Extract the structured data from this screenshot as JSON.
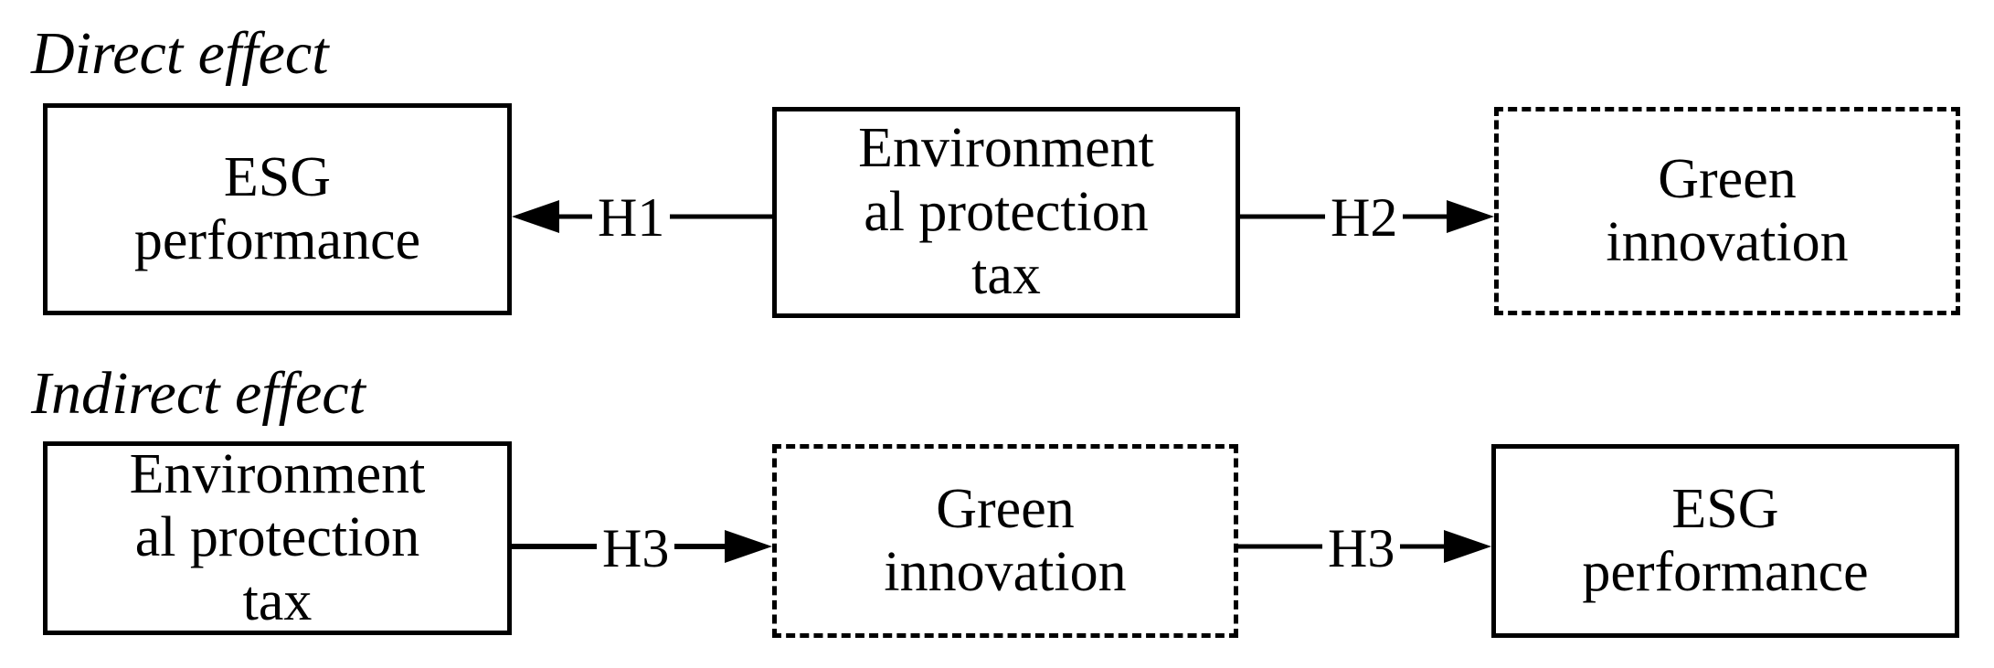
{
  "direct": {
    "title": "Direct effect",
    "esg": [
      "ESG",
      "performance"
    ],
    "tax": [
      "Environment",
      "al protection",
      "tax"
    ],
    "green": [
      "Green",
      "innovation"
    ],
    "h1": "H1",
    "h2": "H2"
  },
  "indirect": {
    "title": "Indirect effect",
    "tax": [
      "Environment",
      "al protection",
      "tax"
    ],
    "green": [
      "Green",
      "innovation"
    ],
    "esg": [
      "ESG",
      "performance"
    ],
    "h3_left": "H3",
    "h3_right": "H3"
  }
}
